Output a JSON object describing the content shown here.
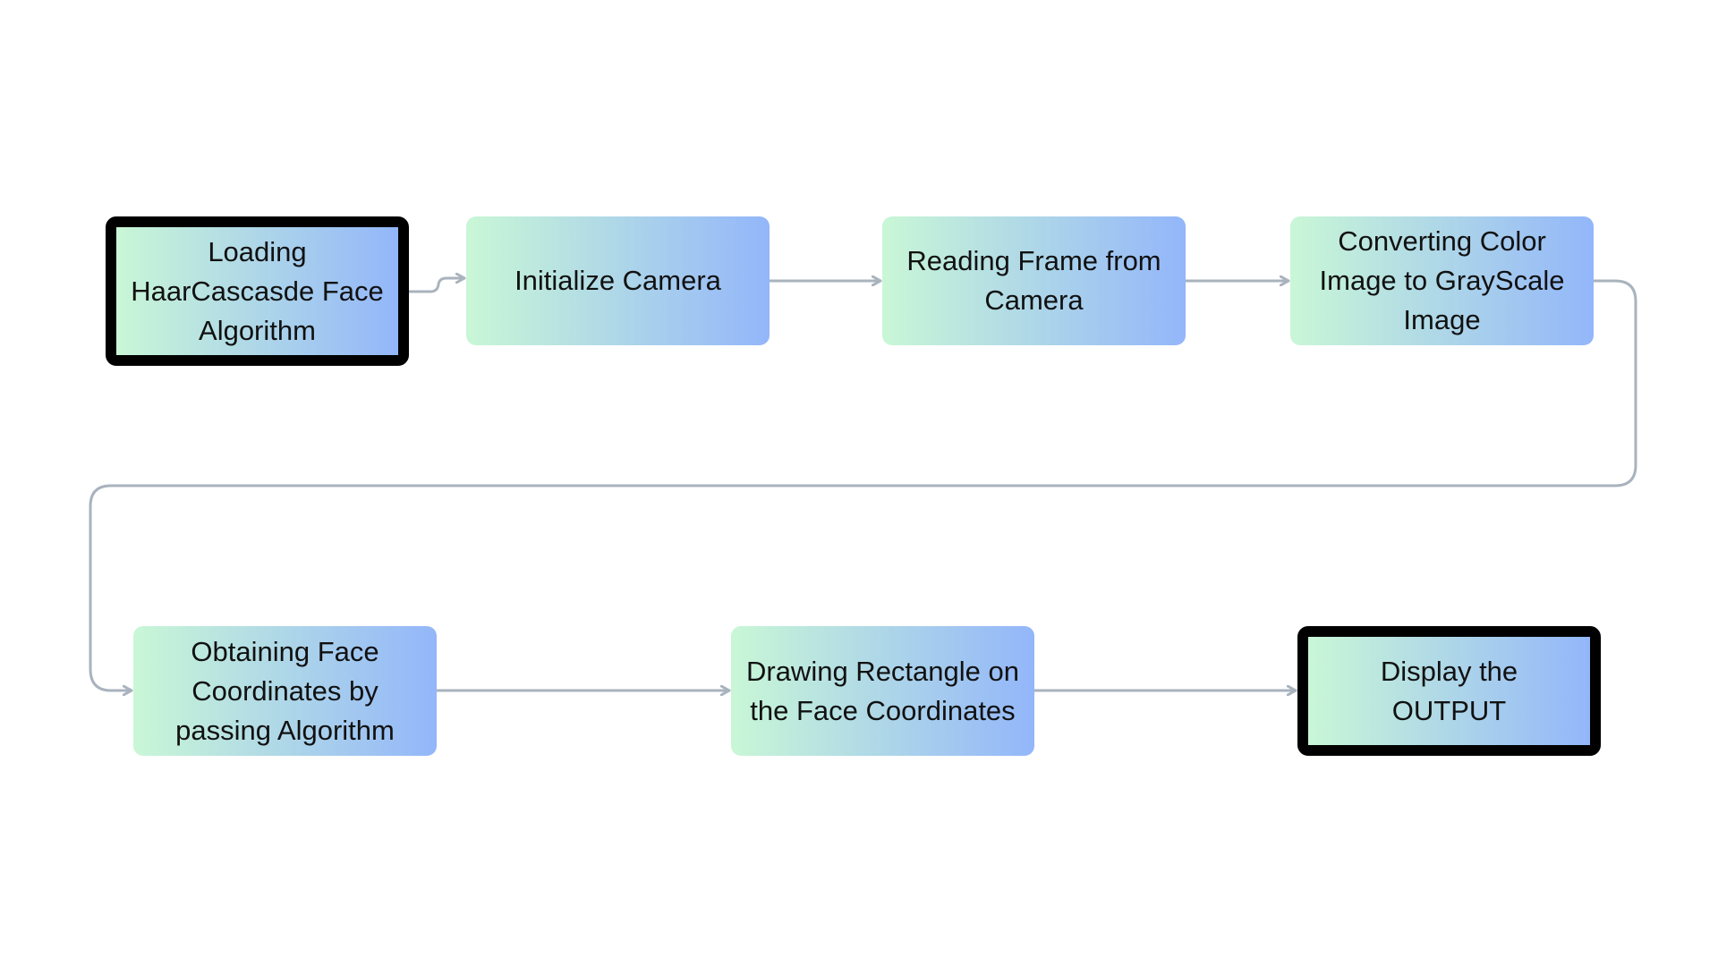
{
  "colors": {
    "gradient_start": "#c9f7d6",
    "gradient_end": "#93b6fa",
    "connector": "#a9b3be",
    "terminal_border": "#000000"
  },
  "nodes": [
    {
      "id": "n1",
      "text": "Loading HaarCascasde Face Algorithm",
      "lines": [
        "Loading",
        "HaarCascasde Face",
        "Algorithm"
      ],
      "terminal": true
    },
    {
      "id": "n2",
      "text": "Initialize Camera",
      "lines": [
        "Initialize Camera"
      ],
      "terminal": false
    },
    {
      "id": "n3",
      "text": "Reading Frame from Camera",
      "lines": [
        "Reading Frame from",
        "Camera"
      ],
      "terminal": false
    },
    {
      "id": "n4",
      "text": "Converting Color Image to GrayScale Image",
      "lines": [
        "Converting Color",
        "Image to GrayScale",
        "Image"
      ],
      "terminal": false
    },
    {
      "id": "n5",
      "text": "Obtaining Face Coordinates by passing Algorithm",
      "lines": [
        "Obtaining Face",
        "Coordinates by",
        "passing Algorithm"
      ],
      "terminal": false
    },
    {
      "id": "n6",
      "text": "Drawing Rectangle on the Face Coordinates",
      "lines": [
        "Drawing Rectangle on",
        "the Face Coordinates"
      ],
      "terminal": false
    },
    {
      "id": "n7",
      "text": "Display the OUTPUT",
      "lines": [
        "Display the OUTPUT"
      ],
      "terminal": true
    }
  ],
  "edges": [
    {
      "from": "n1",
      "to": "n2"
    },
    {
      "from": "n2",
      "to": "n3"
    },
    {
      "from": "n3",
      "to": "n4"
    },
    {
      "from": "n4",
      "to": "n5"
    },
    {
      "from": "n5",
      "to": "n6"
    },
    {
      "from": "n6",
      "to": "n7"
    }
  ]
}
